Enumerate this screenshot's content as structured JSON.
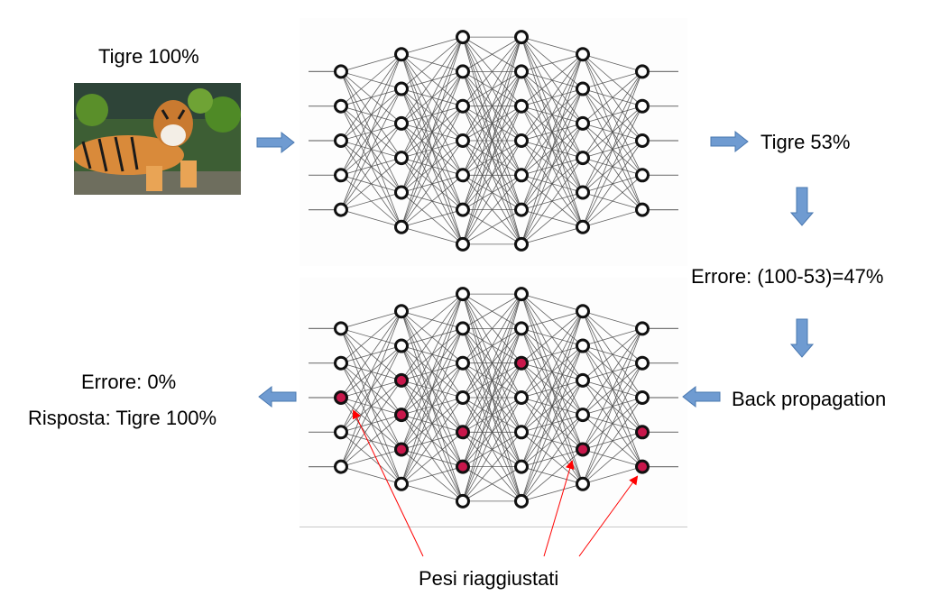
{
  "title_input": "Tigre 100%",
  "output_label": "Tigre 53%",
  "error_label": "Errore: (100-53)=47%",
  "backprop_label": "Back propagation",
  "final_error": "Errore: 0%",
  "final_answer": "Risposta: Tigre 100%",
  "weights_label": "Pesi riaggiustati",
  "image": {
    "subject": "tiger",
    "description": "tiger lying on a rock among green plants"
  },
  "network": {
    "layers": [
      5,
      6,
      7,
      7,
      6,
      5
    ],
    "adjusted_nodes": [
      [
        2
      ],
      [
        2,
        3,
        4
      ],
      [
        4,
        5
      ],
      [
        2
      ],
      [
        4
      ],
      [
        3,
        4
      ]
    ]
  },
  "colors": {
    "arrow_fill": "#6f9bd1",
    "arrow_stroke": "#4a78b0",
    "node_stroke": "#111111",
    "adjusted_node": "#c8174b",
    "annotation_line": "#ff0000",
    "edge": "#444444"
  }
}
